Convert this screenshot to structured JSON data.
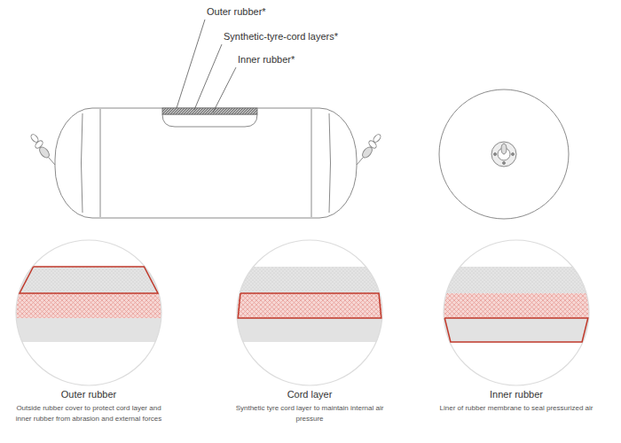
{
  "diagram": {
    "nodes": [
      {
        "text": [
          "Outer rubber",
          "Outside rubber cover to protect cord layer and inner rubber from abrasion and external forces"
        ]
      },
      {
        "text": [
          "Cord layer",
          "Synthetic tyre cord layer to maintain internal air pressure"
        ]
      },
      {
        "text": [
          "Inner rubber",
          "Liner of rubber membrane to seal pressurized air"
        ]
      }
    ],
    "labels": [
      "Outer rubber*",
      "Synthetic-tyre-cord layers*",
      "Inner rubber*"
    ]
  }
}
